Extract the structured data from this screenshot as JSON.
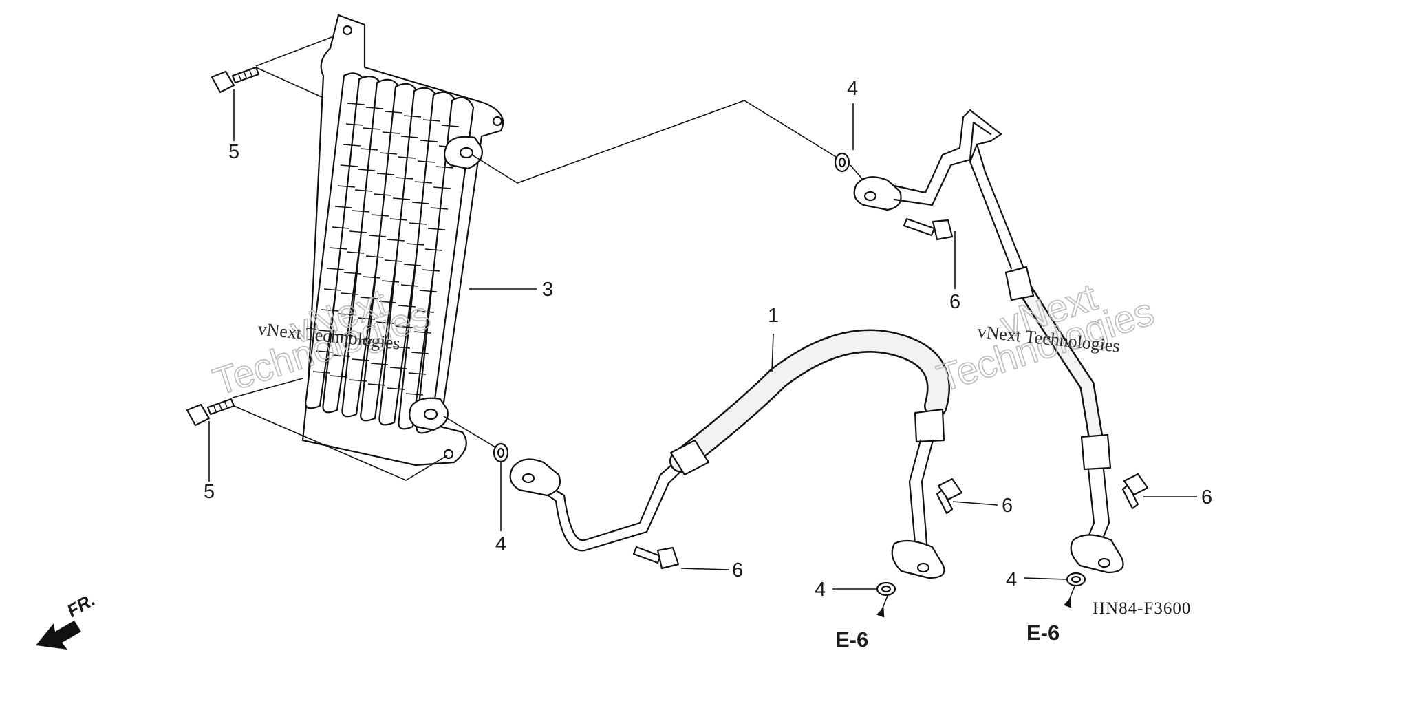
{
  "diagram": {
    "callouts": {
      "hose_feed": "1",
      "cooler": "3",
      "washer_top": "4",
      "washer_left": "4",
      "washer_bottom_mid": "4",
      "washer_bottom_right": "4",
      "bolt_cooler_top": "5",
      "bolt_cooler_bottom": "5",
      "bolt_top_pipe": "6",
      "bolt_left_pipe": "6",
      "bolt_mid_fitting": "6",
      "bolt_right_fitting": "6"
    },
    "references": {
      "ref_mid": "E-6",
      "ref_right": "E-6"
    },
    "diagram_code": "HN84-F3600",
    "front_indicator": "FR.",
    "watermarks": {
      "left_line": "vNext Technologies",
      "left_outline_1": "vNext",
      "left_outline_2": "Technologies",
      "right_line": "vNext Technologies",
      "right_outline_1": "vNext",
      "right_outline_2": "Technologies"
    }
  }
}
